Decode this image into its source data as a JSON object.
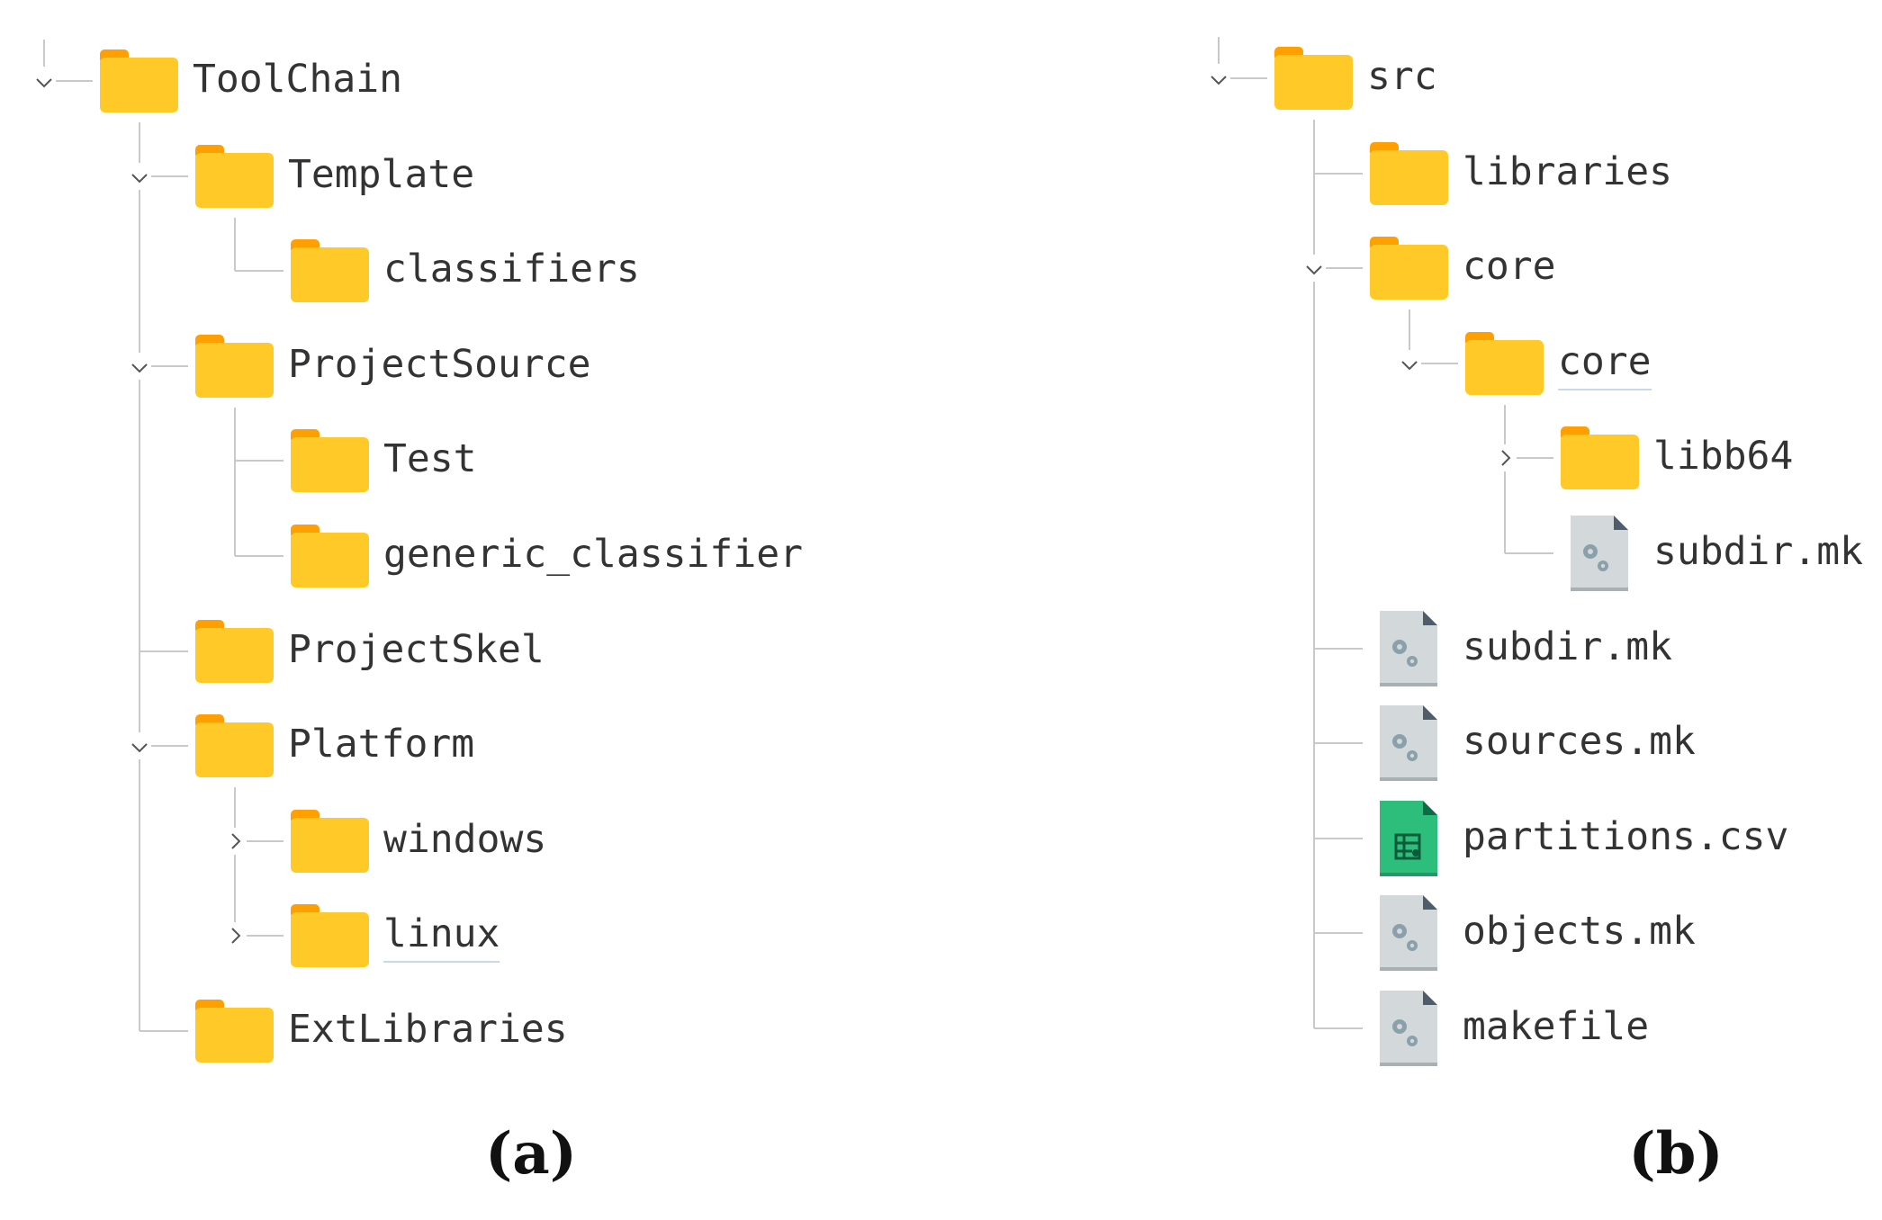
{
  "colors": {
    "folder_body": "#FFC928",
    "folder_tab": "#FFA000",
    "connector": "#C9C9C9",
    "text": "#333333",
    "file_gray": "#D3D8DA",
    "csv_green": "#2DBE7C"
  },
  "trees": [
    {
      "caption": "(a)",
      "nodes": [
        {
          "name": "ToolChain",
          "depth": 0,
          "type": "folder",
          "state": "expanded"
        },
        {
          "name": "Template",
          "depth": 1,
          "type": "folder",
          "state": "expanded"
        },
        {
          "name": "classifiers",
          "depth": 2,
          "type": "folder",
          "state": "none"
        },
        {
          "name": "ProjectSource",
          "depth": 1,
          "type": "folder",
          "state": "expanded"
        },
        {
          "name": "Test",
          "depth": 2,
          "type": "folder",
          "state": "none"
        },
        {
          "name": "generic_classifier",
          "depth": 2,
          "type": "folder",
          "state": "none"
        },
        {
          "name": "ProjectSkel",
          "depth": 1,
          "type": "folder",
          "state": "none"
        },
        {
          "name": "Platform",
          "depth": 1,
          "type": "folder",
          "state": "expanded"
        },
        {
          "name": "windows",
          "depth": 2,
          "type": "folder",
          "state": "collapsed"
        },
        {
          "name": "linux",
          "depth": 2,
          "type": "folder",
          "state": "collapsed",
          "underlined": true
        },
        {
          "name": "ExtLibraries",
          "depth": 1,
          "type": "folder",
          "state": "none"
        }
      ]
    },
    {
      "caption": "(b)",
      "nodes": [
        {
          "name": "src",
          "depth": 0,
          "type": "folder",
          "state": "expanded"
        },
        {
          "name": "libraries",
          "depth": 1,
          "type": "folder",
          "state": "none"
        },
        {
          "name": "core",
          "depth": 1,
          "type": "folder",
          "state": "expanded"
        },
        {
          "name": "core",
          "depth": 2,
          "type": "folder",
          "state": "expanded",
          "underlined": true
        },
        {
          "name": "libb64",
          "depth": 3,
          "type": "folder",
          "state": "collapsed"
        },
        {
          "name": "subdir.mk",
          "depth": 3,
          "type": "makefile",
          "state": "none"
        },
        {
          "name": "subdir.mk",
          "depth": 1,
          "type": "makefile",
          "state": "none"
        },
        {
          "name": "sources.mk",
          "depth": 1,
          "type": "makefile",
          "state": "none"
        },
        {
          "name": "partitions.csv",
          "depth": 1,
          "type": "csv",
          "state": "none"
        },
        {
          "name": "objects.mk",
          "depth": 1,
          "type": "makefile",
          "state": "none"
        },
        {
          "name": "makefile",
          "depth": 1,
          "type": "makefile",
          "state": "none"
        }
      ]
    }
  ]
}
